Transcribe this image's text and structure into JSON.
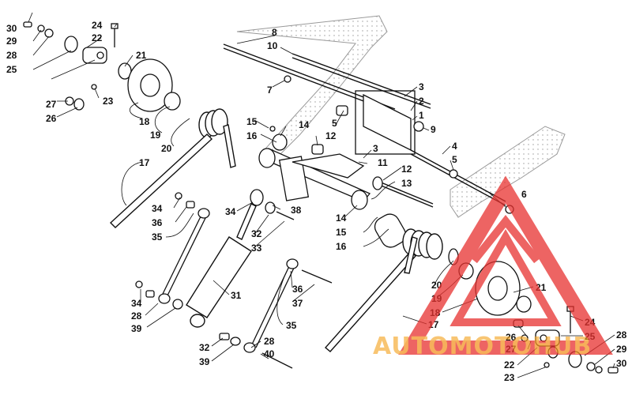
{
  "watermark": {
    "text": "AUTOMOTOHUB",
    "colors": {
      "triangle": "#e8312f",
      "text": "#f5a524"
    }
  },
  "labels": [
    "1",
    "2",
    "3",
    "4",
    "5",
    "6",
    "7",
    "8",
    "9",
    "10",
    "11",
    "12",
    "13",
    "14",
    "15",
    "16",
    "17",
    "18",
    "19",
    "20",
    "21",
    "22",
    "23",
    "24",
    "25",
    "26",
    "27",
    "28",
    "29",
    "30",
    "31",
    "32",
    "33",
    "34",
    "35",
    "36",
    "37",
    "38",
    "39",
    "40"
  ]
}
